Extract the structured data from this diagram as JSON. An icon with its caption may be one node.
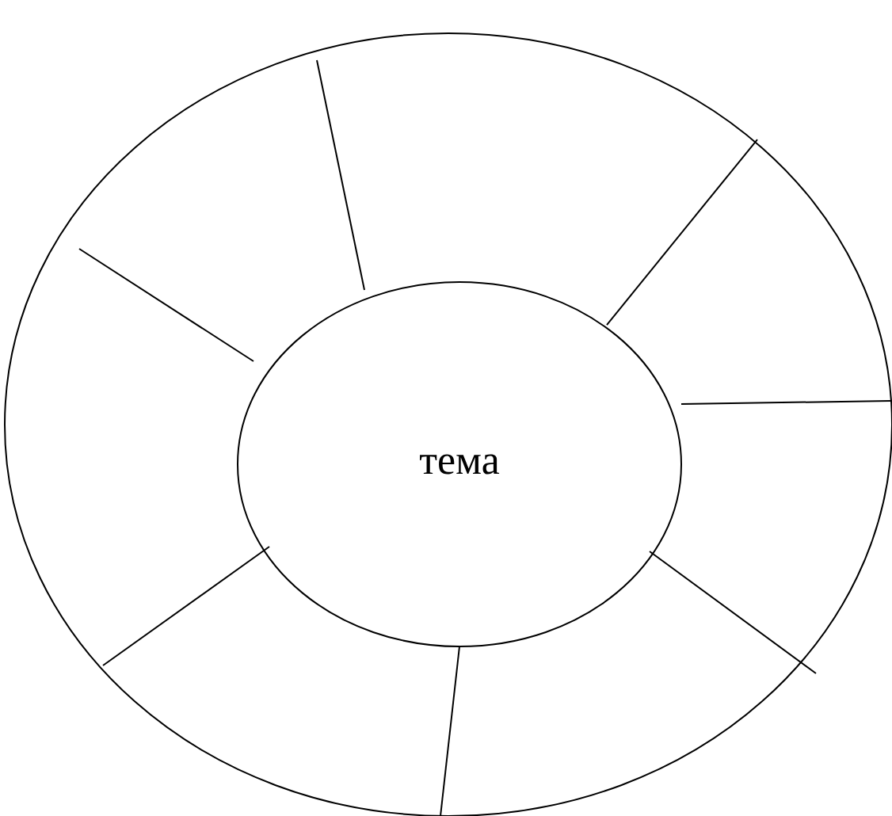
{
  "diagram": {
    "nodes": [
      {
        "text": [],
        "shape": "circle"
      },
      {
        "text": [
          "тема"
        ],
        "in": 0
      }
    ]
  }
}
